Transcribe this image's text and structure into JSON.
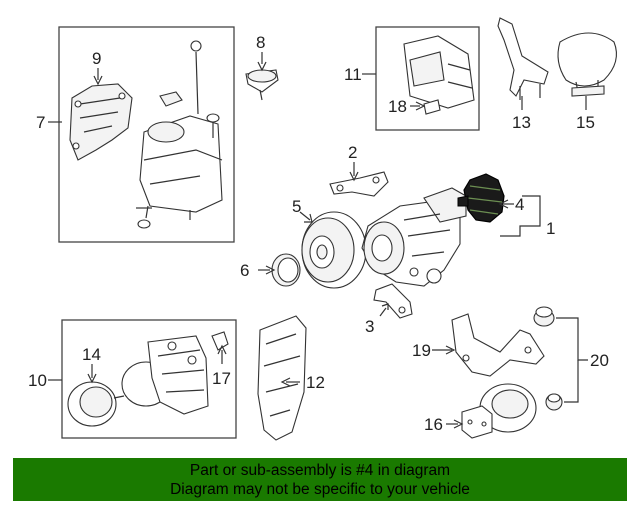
{
  "diagram": {
    "callouts": {
      "c1": "1",
      "c2": "2",
      "c3": "3",
      "c4": "4",
      "c5": "5",
      "c6": "6",
      "c7": "7",
      "c8": "8",
      "c9": "9",
      "c10": "10",
      "c11": "11",
      "c12": "12",
      "c13": "13",
      "c14": "14",
      "c15": "15",
      "c16": "16",
      "c17": "17",
      "c18": "18",
      "c19": "19",
      "c20": "20"
    },
    "highlight_color": "#1a1a1a"
  },
  "banner": {
    "line1": "Part or sub-assembly is #4 in diagram",
    "line2": "Diagram may not be specific to your vehicle",
    "background": "#1a7a00"
  }
}
